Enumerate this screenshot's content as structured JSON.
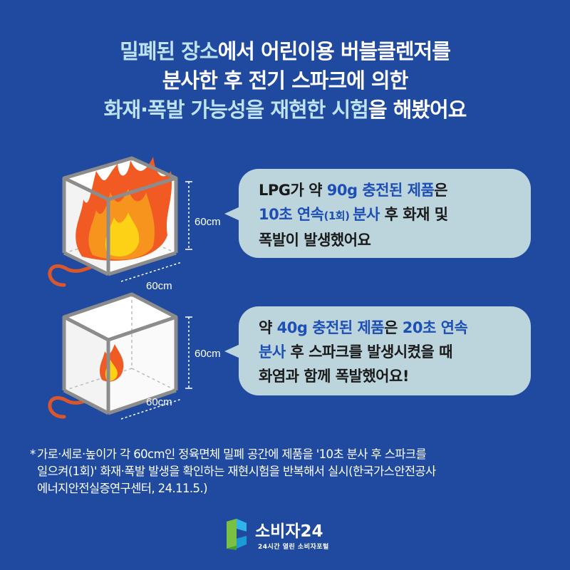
{
  "title": {
    "line1": [
      {
        "text": "밀폐된 장소",
        "style": "hl"
      },
      {
        "text": "에서 어린이용 버블클렌저를",
        "style": "wt"
      }
    ],
    "line2": [
      {
        "text": "분사한 후 전기 스파크에 의한",
        "style": "wt"
      }
    ],
    "line3": [
      {
        "text": "화재·폭발 가능성을 재현한 시험",
        "style": "hl"
      },
      {
        "text": "을 해봤어요",
        "style": "wt"
      }
    ]
  },
  "cube1": {
    "height_label": "60cm",
    "depth_label": "60cm",
    "fire": "large"
  },
  "cube2": {
    "height_label": "60cm",
    "depth_label": "60cm",
    "fire": "small"
  },
  "bubble1": {
    "l1a": "LPG가 약 ",
    "l1b": "90g 충전된 제품",
    "l1c": "은",
    "l2a": "10초 연속",
    "l2b": "(1회) ",
    "l2c": "분사",
    "l2d": " 후  화재 및",
    "l3": "폭발이 발생했어요"
  },
  "bubble2": {
    "l1a": "약 ",
    "l1b": "40g 충전된 제품",
    "l1c": "은 ",
    "l1d": "20초 연속",
    "l2a": "분사",
    "l2b": " 후 스파크를 발생시켰을 때",
    "l3": "화염과 함께 폭발했어요!"
  },
  "footnote": {
    "star": "*",
    "line1": "가로·세로·높이가 각 60cm인 정육면체 밀폐 공간에 제품을 '10초 분사 후 스파크를",
    "line2": "일으켜(1회)' 화재·폭발 발생을 확인하는 재현시험을 반복해서 실시(한국가스안전공사",
    "line3": "에너지안전실증연구센터, 24.11.5.)"
  },
  "logo": {
    "name": "소비자24",
    "subtitle": "24시간 열린 소비자포털"
  },
  "colors": {
    "background": "#1f4aa0",
    "bubble": "#bcd5dd",
    "highlight": "#bfe3ee",
    "accent_blue": "#1e4fb4",
    "cable": "#d9572b"
  }
}
